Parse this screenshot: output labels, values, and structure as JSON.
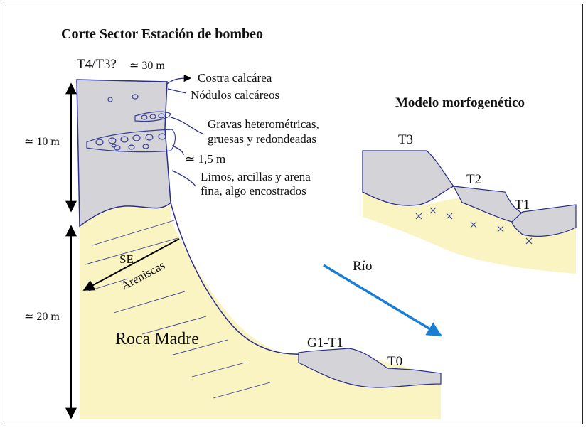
{
  "title": "Corte Sector Estación de bombeo",
  "model_title": "Modelo morfogenético",
  "terrace_top": "T4/T3?",
  "top_height": "≃ 30 m",
  "layer_labels": {
    "costra": "Costra calcárea",
    "nodulos": "Nódulos calcáreos",
    "gravas_1": "Gravas heterométricas,",
    "gravas_2": "gruesas y redondeadas",
    "gravas_thick": "≃ 1,5 m",
    "limos_1": "Limos, arcillas y arena",
    "limos_2": "fina, algo encostrados"
  },
  "dims": {
    "upper": "≃ 10 m",
    "lower": "≃ 20 m"
  },
  "bedrock": {
    "dir": "SE",
    "name": "Areniscas",
    "label": "Roca Madre"
  },
  "terraces": {
    "g1t1": "G1-T1",
    "t0": "T0",
    "t3": "T3",
    "t2": "T2",
    "t1": "T1"
  },
  "river": "Río",
  "colors": {
    "sediment": "#d4d4d8",
    "bedrock": "#faf3c2",
    "outline": "#2b2f8a",
    "river_arrow": "#1a7fd4",
    "sketch": "#3a3f9a"
  }
}
